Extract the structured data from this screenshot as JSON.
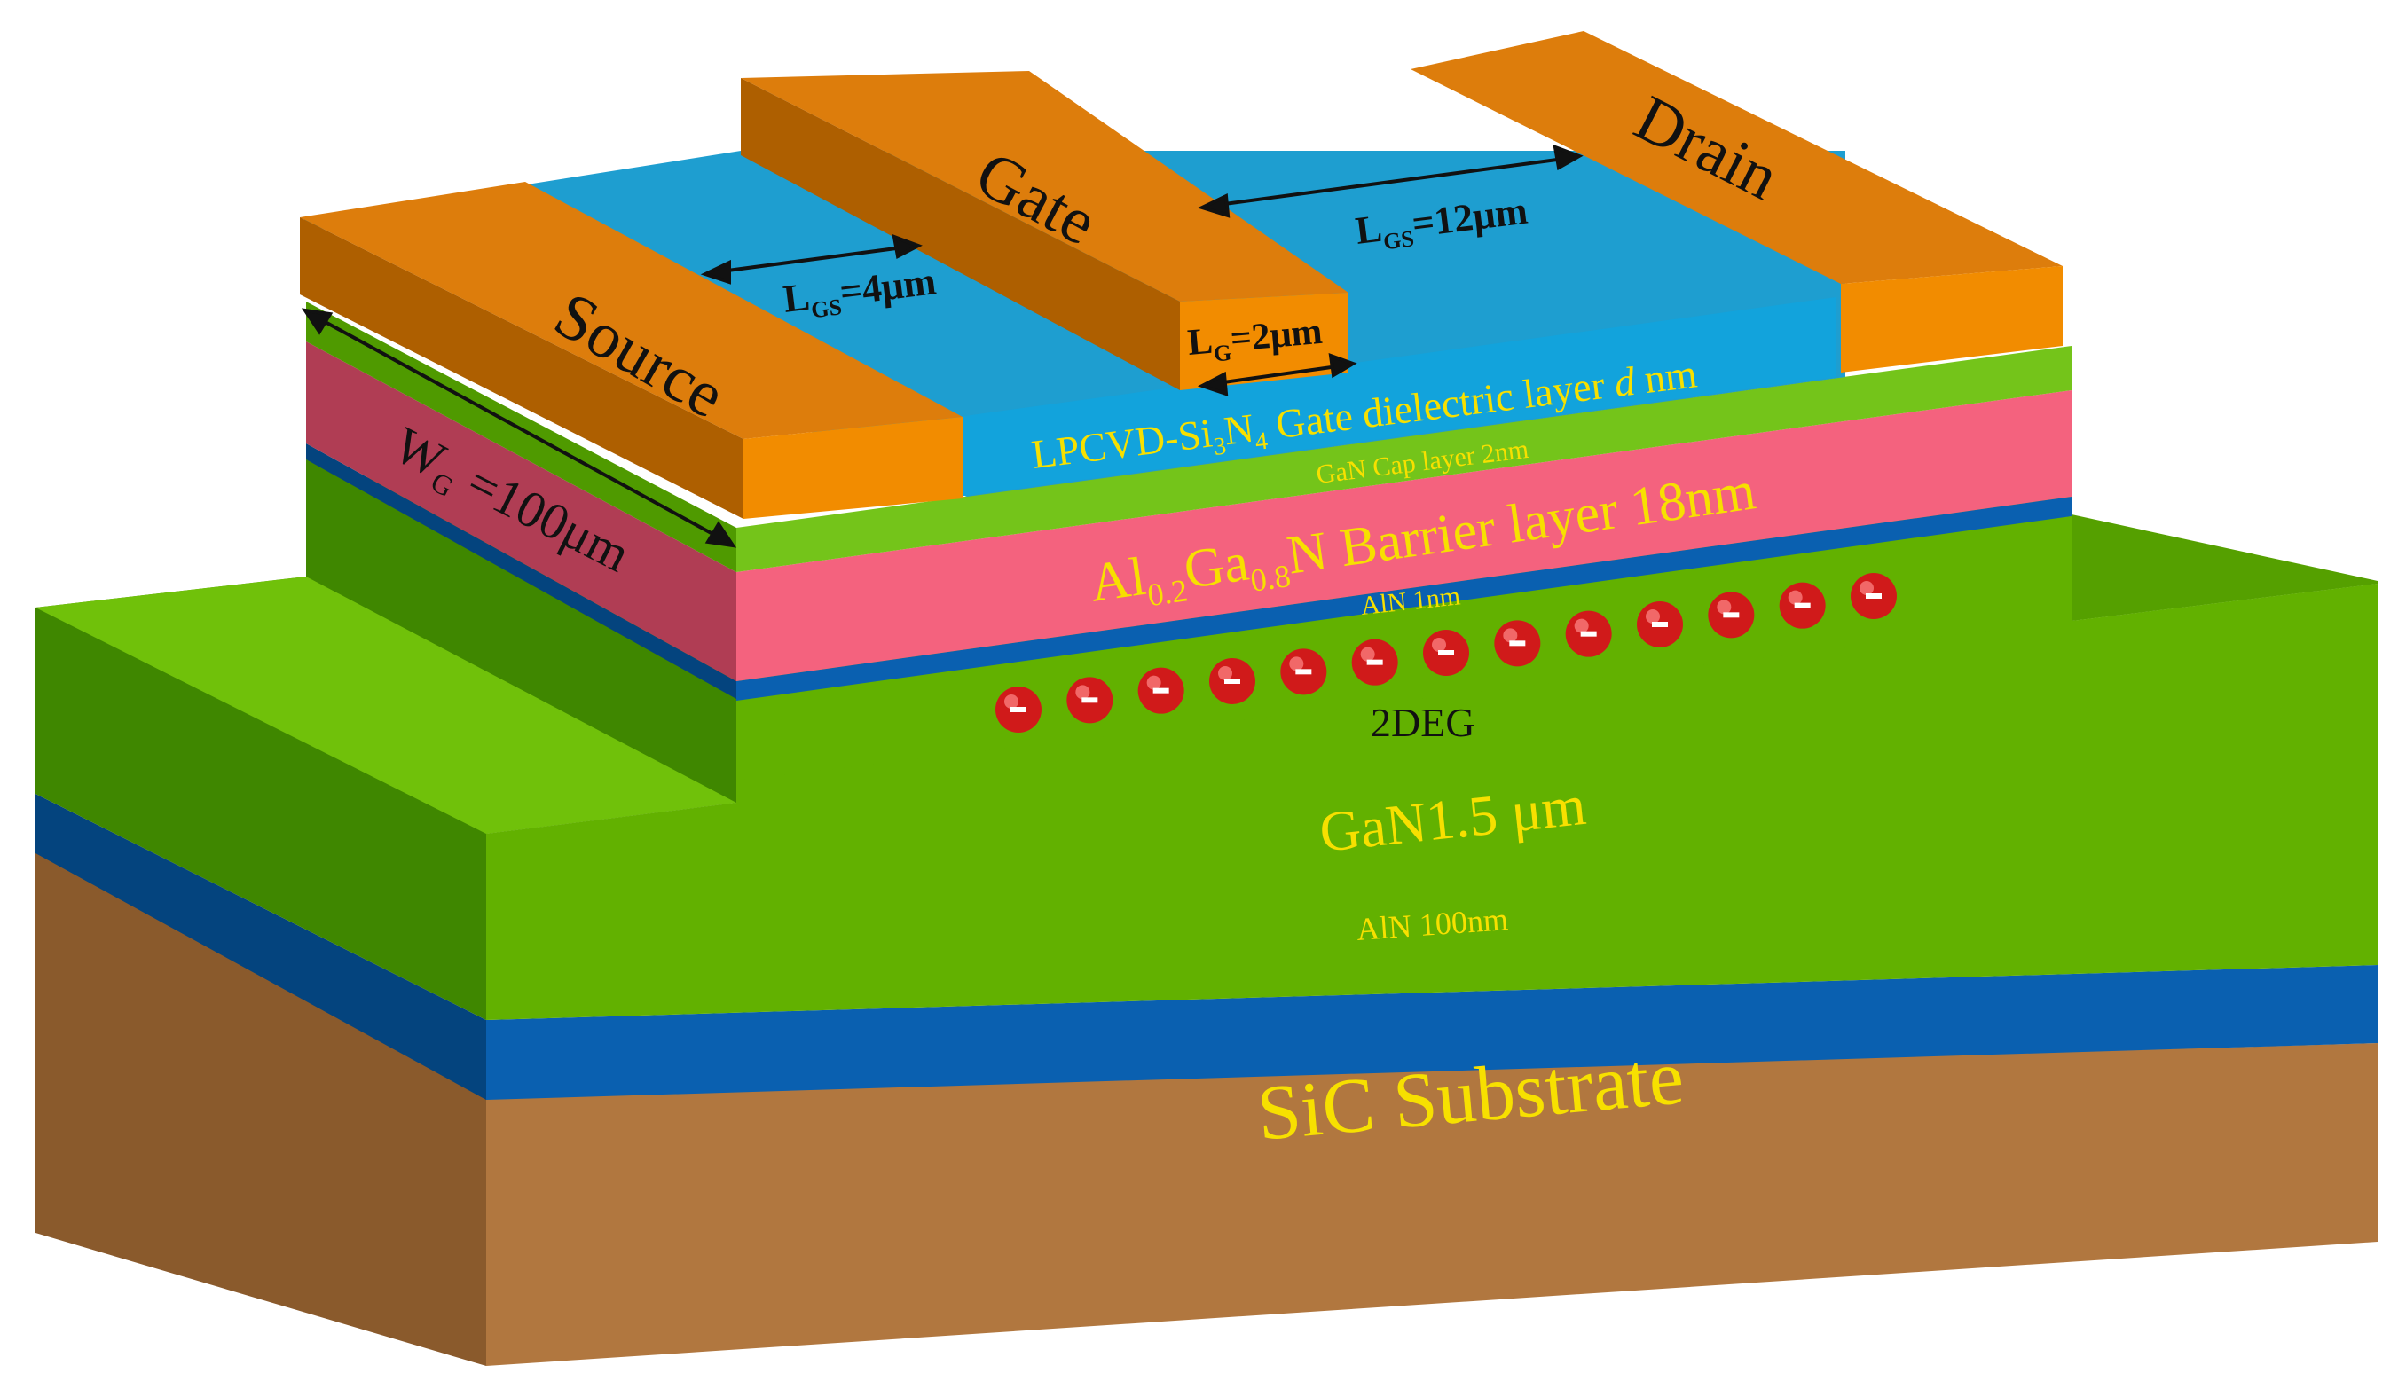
{
  "colors": {
    "sic_front": "#b1773f",
    "sic_side": "#8a5a2c",
    "aln_front": "#0a60b0",
    "aln_side": "#04447e",
    "gan_front": "#62b100",
    "gan_top": "#70c10a",
    "gan_side": "#3f8700",
    "barrier_front": "#f4627e",
    "barrier_side": "#b03d54",
    "cap_front": "#74c41a",
    "dielectric_top": "#1e9ed0",
    "dielectric_front": "#12a3dc",
    "metal_top": "#dd7d0c",
    "metal_front": "#f28c00",
    "metal_side": "#ae5f00",
    "electron": "#d01a1a",
    "label_yellow": "#f7e000",
    "label_dark": "#111111"
  },
  "labels": {
    "source": "Source",
    "gate": "Gate",
    "drain": "Drain",
    "lgs_left": "L",
    "lgs_left_sub": "GS",
    "lgs_left_val": "=4μm",
    "lgd": "L",
    "lgd_sub": "GS",
    "lgd_val": "=12μm",
    "lg": "L",
    "lg_sub": "G",
    "lg_val": "=2μm",
    "wg": "W",
    "wg_sub": "G",
    "wg_val": " =100μm",
    "dielectric_a": "LPCVD-Si",
    "dielectric_sub1": "3",
    "dielectric_b": "N",
    "dielectric_sub2": "4",
    "dielectric_c": " Gate dielectric layer ",
    "dielectric_d": "d",
    "dielectric_e": " nm",
    "cap": "GaN Cap layer 2nm",
    "barrier_a": "Al",
    "barrier_sub1": "0.2",
    "barrier_b": "Ga",
    "barrier_sub2": "0.8",
    "barrier_c": "N Barrier layer 18nm",
    "aln_thin": "AlN 1nm",
    "twodeg": "2DEG",
    "gan": "GaN1.5 μm",
    "aln_thick": "AlN 100nm",
    "substrate": "SiC Substrate"
  },
  "electron_count": 13
}
